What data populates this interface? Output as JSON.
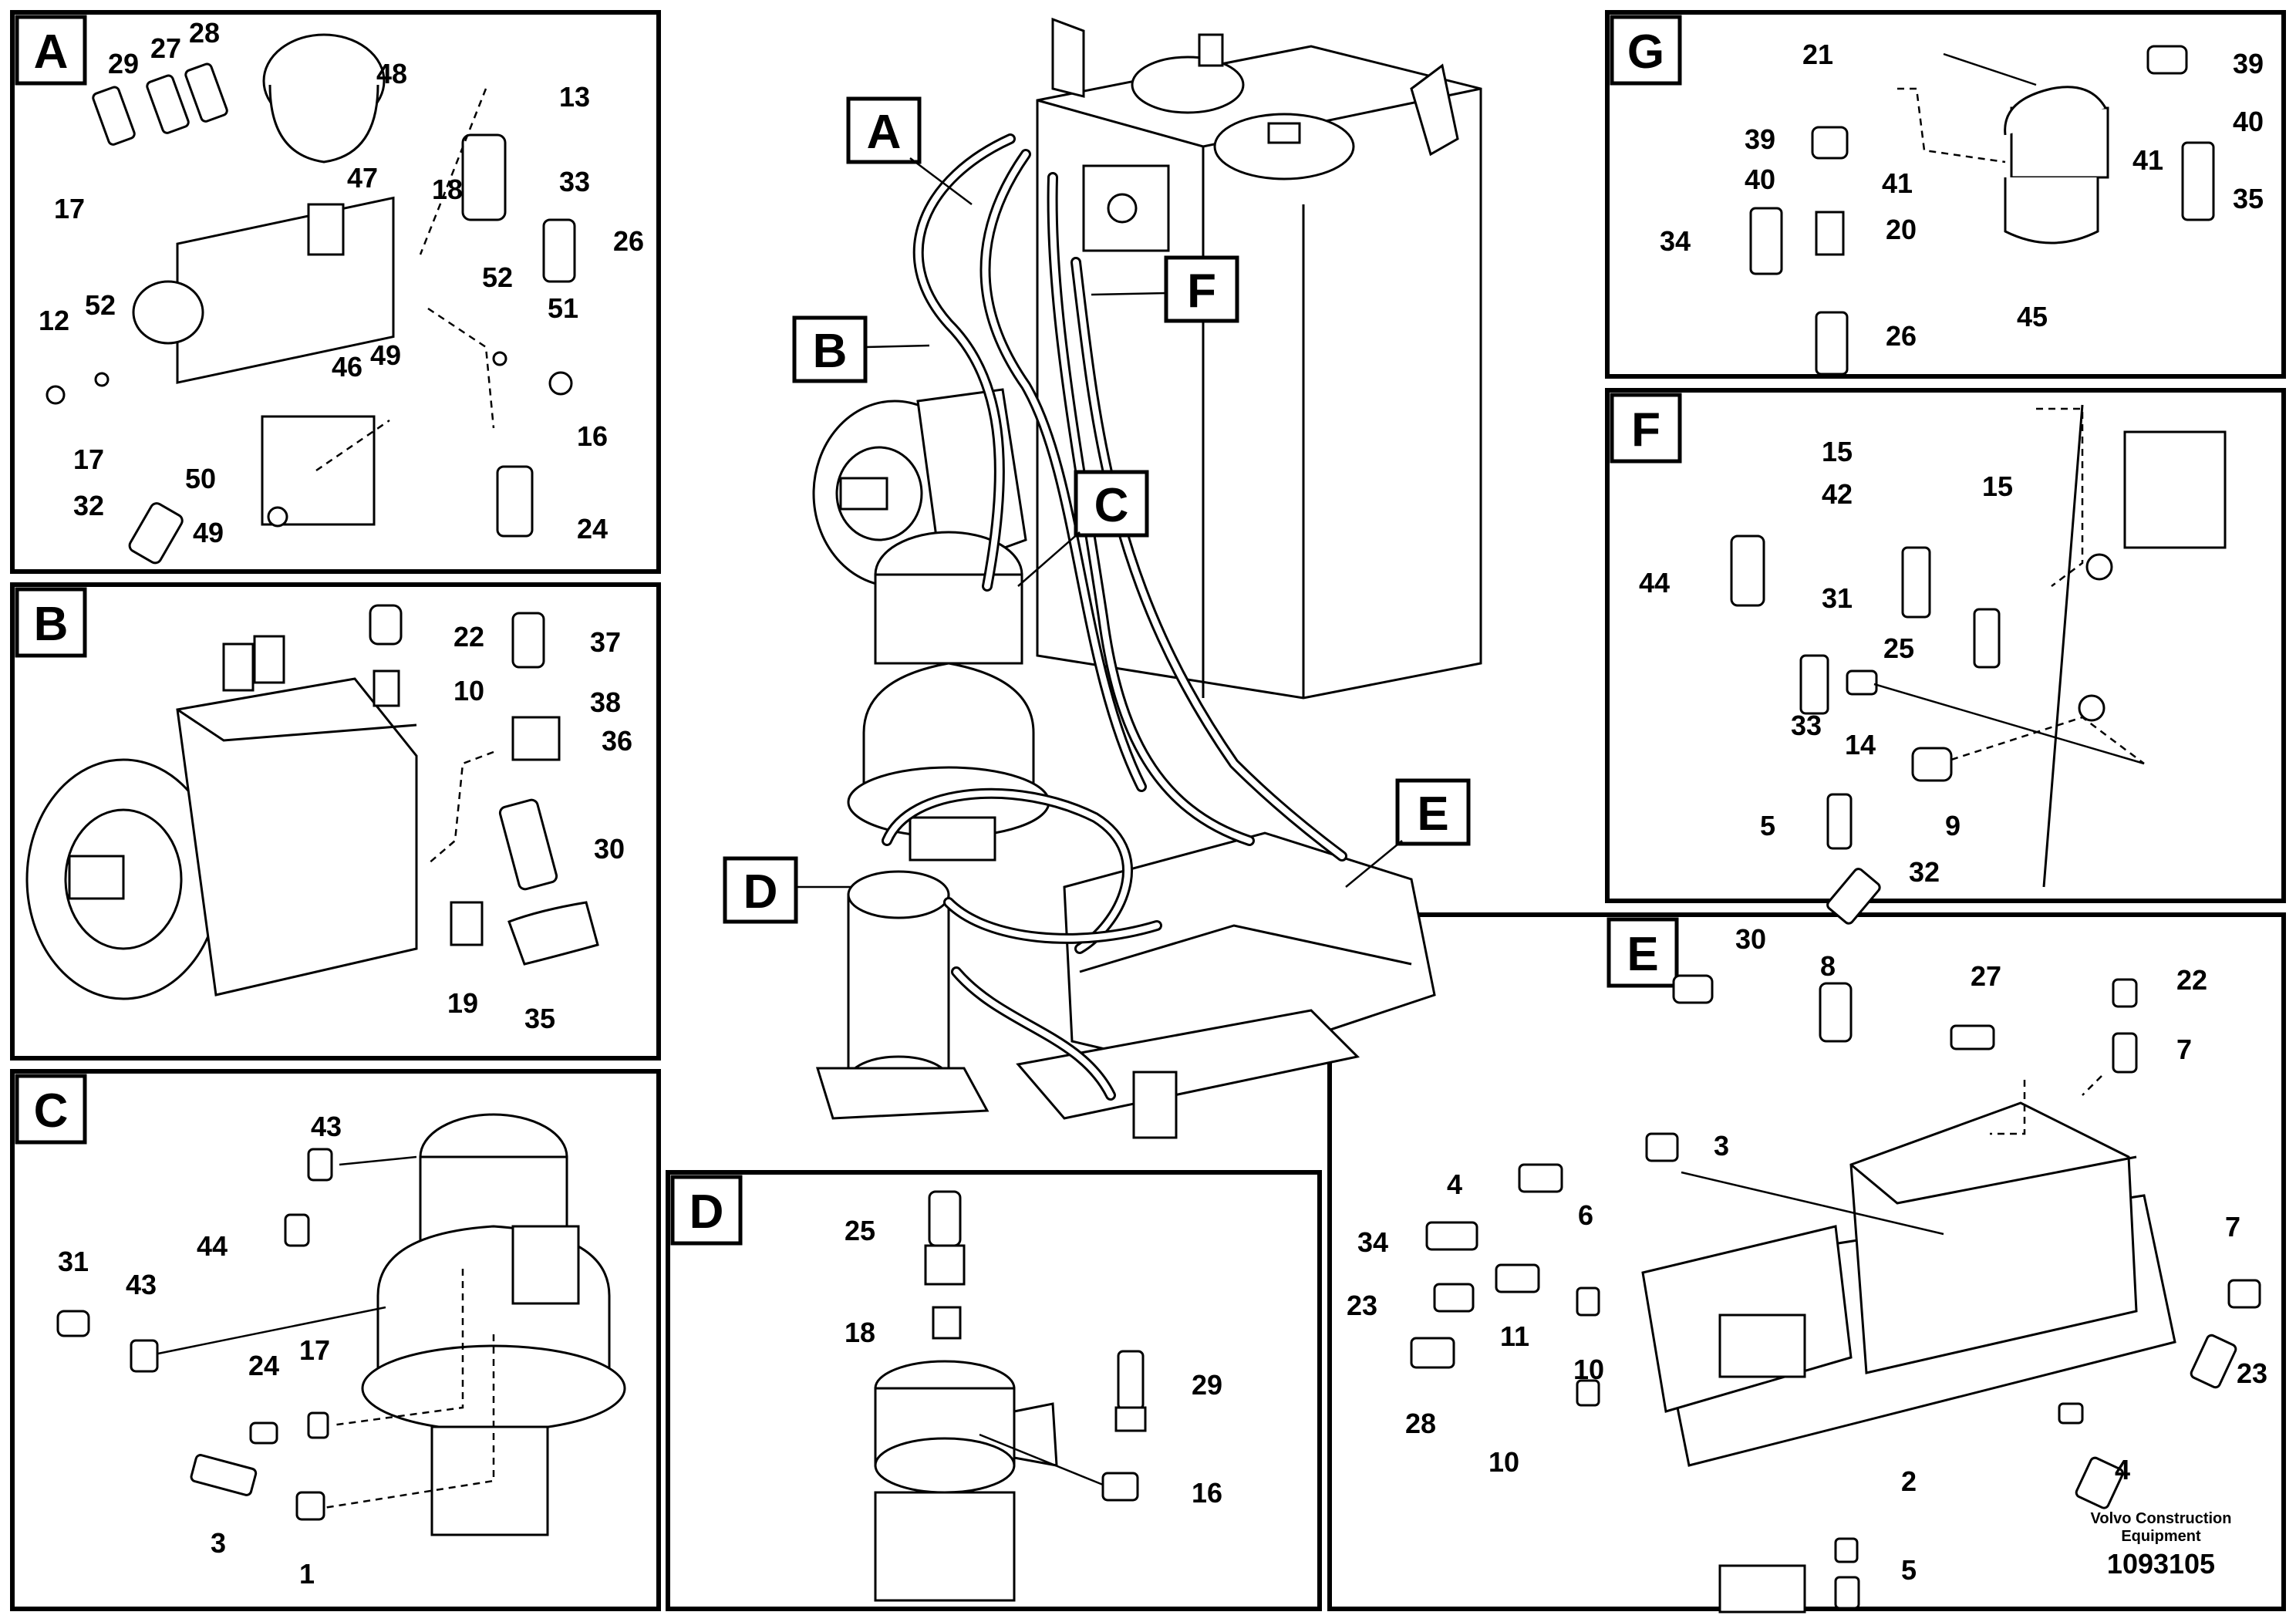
{
  "panels": {
    "A": {
      "tag": "A",
      "labels": [
        "29",
        "27",
        "28",
        "48",
        "13",
        "17",
        "47",
        "18",
        "33",
        "26",
        "52",
        "51",
        "12",
        "52",
        "46",
        "49",
        "16",
        "17",
        "50",
        "32",
        "49",
        "24"
      ]
    },
    "B": {
      "tag": "B",
      "labels": [
        "22",
        "37",
        "10",
        "38",
        "36",
        "30",
        "19",
        "35"
      ]
    },
    "C": {
      "tag": "C",
      "labels": [
        "43",
        "44",
        "31",
        "43",
        "24",
        "17",
        "3",
        "1"
      ]
    },
    "D": {
      "tag": "D",
      "labels": [
        "25",
        "18",
        "29",
        "16"
      ]
    },
    "E": {
      "tag": "E",
      "labels": [
        "30",
        "8",
        "27",
        "22",
        "7",
        "3",
        "4",
        "6",
        "34",
        "7",
        "23",
        "11",
        "10",
        "23",
        "28",
        "10",
        "4",
        "2",
        "5"
      ]
    },
    "F": {
      "tag": "F",
      "labels": [
        "15",
        "42",
        "15",
        "44",
        "31",
        "25",
        "33",
        "14",
        "5",
        "9",
        "32"
      ]
    },
    "G": {
      "tag": "G",
      "labels": [
        "21",
        "39",
        "39",
        "40",
        "40",
        "41",
        "41",
        "34",
        "20",
        "35",
        "45",
        "26"
      ]
    }
  },
  "overview_tags": [
    "A",
    "B",
    "C",
    "D",
    "E",
    "F"
  ],
  "footer": {
    "brand_line1": "Volvo Construction",
    "brand_line2": "Equipment",
    "doc_number": "1093105"
  }
}
